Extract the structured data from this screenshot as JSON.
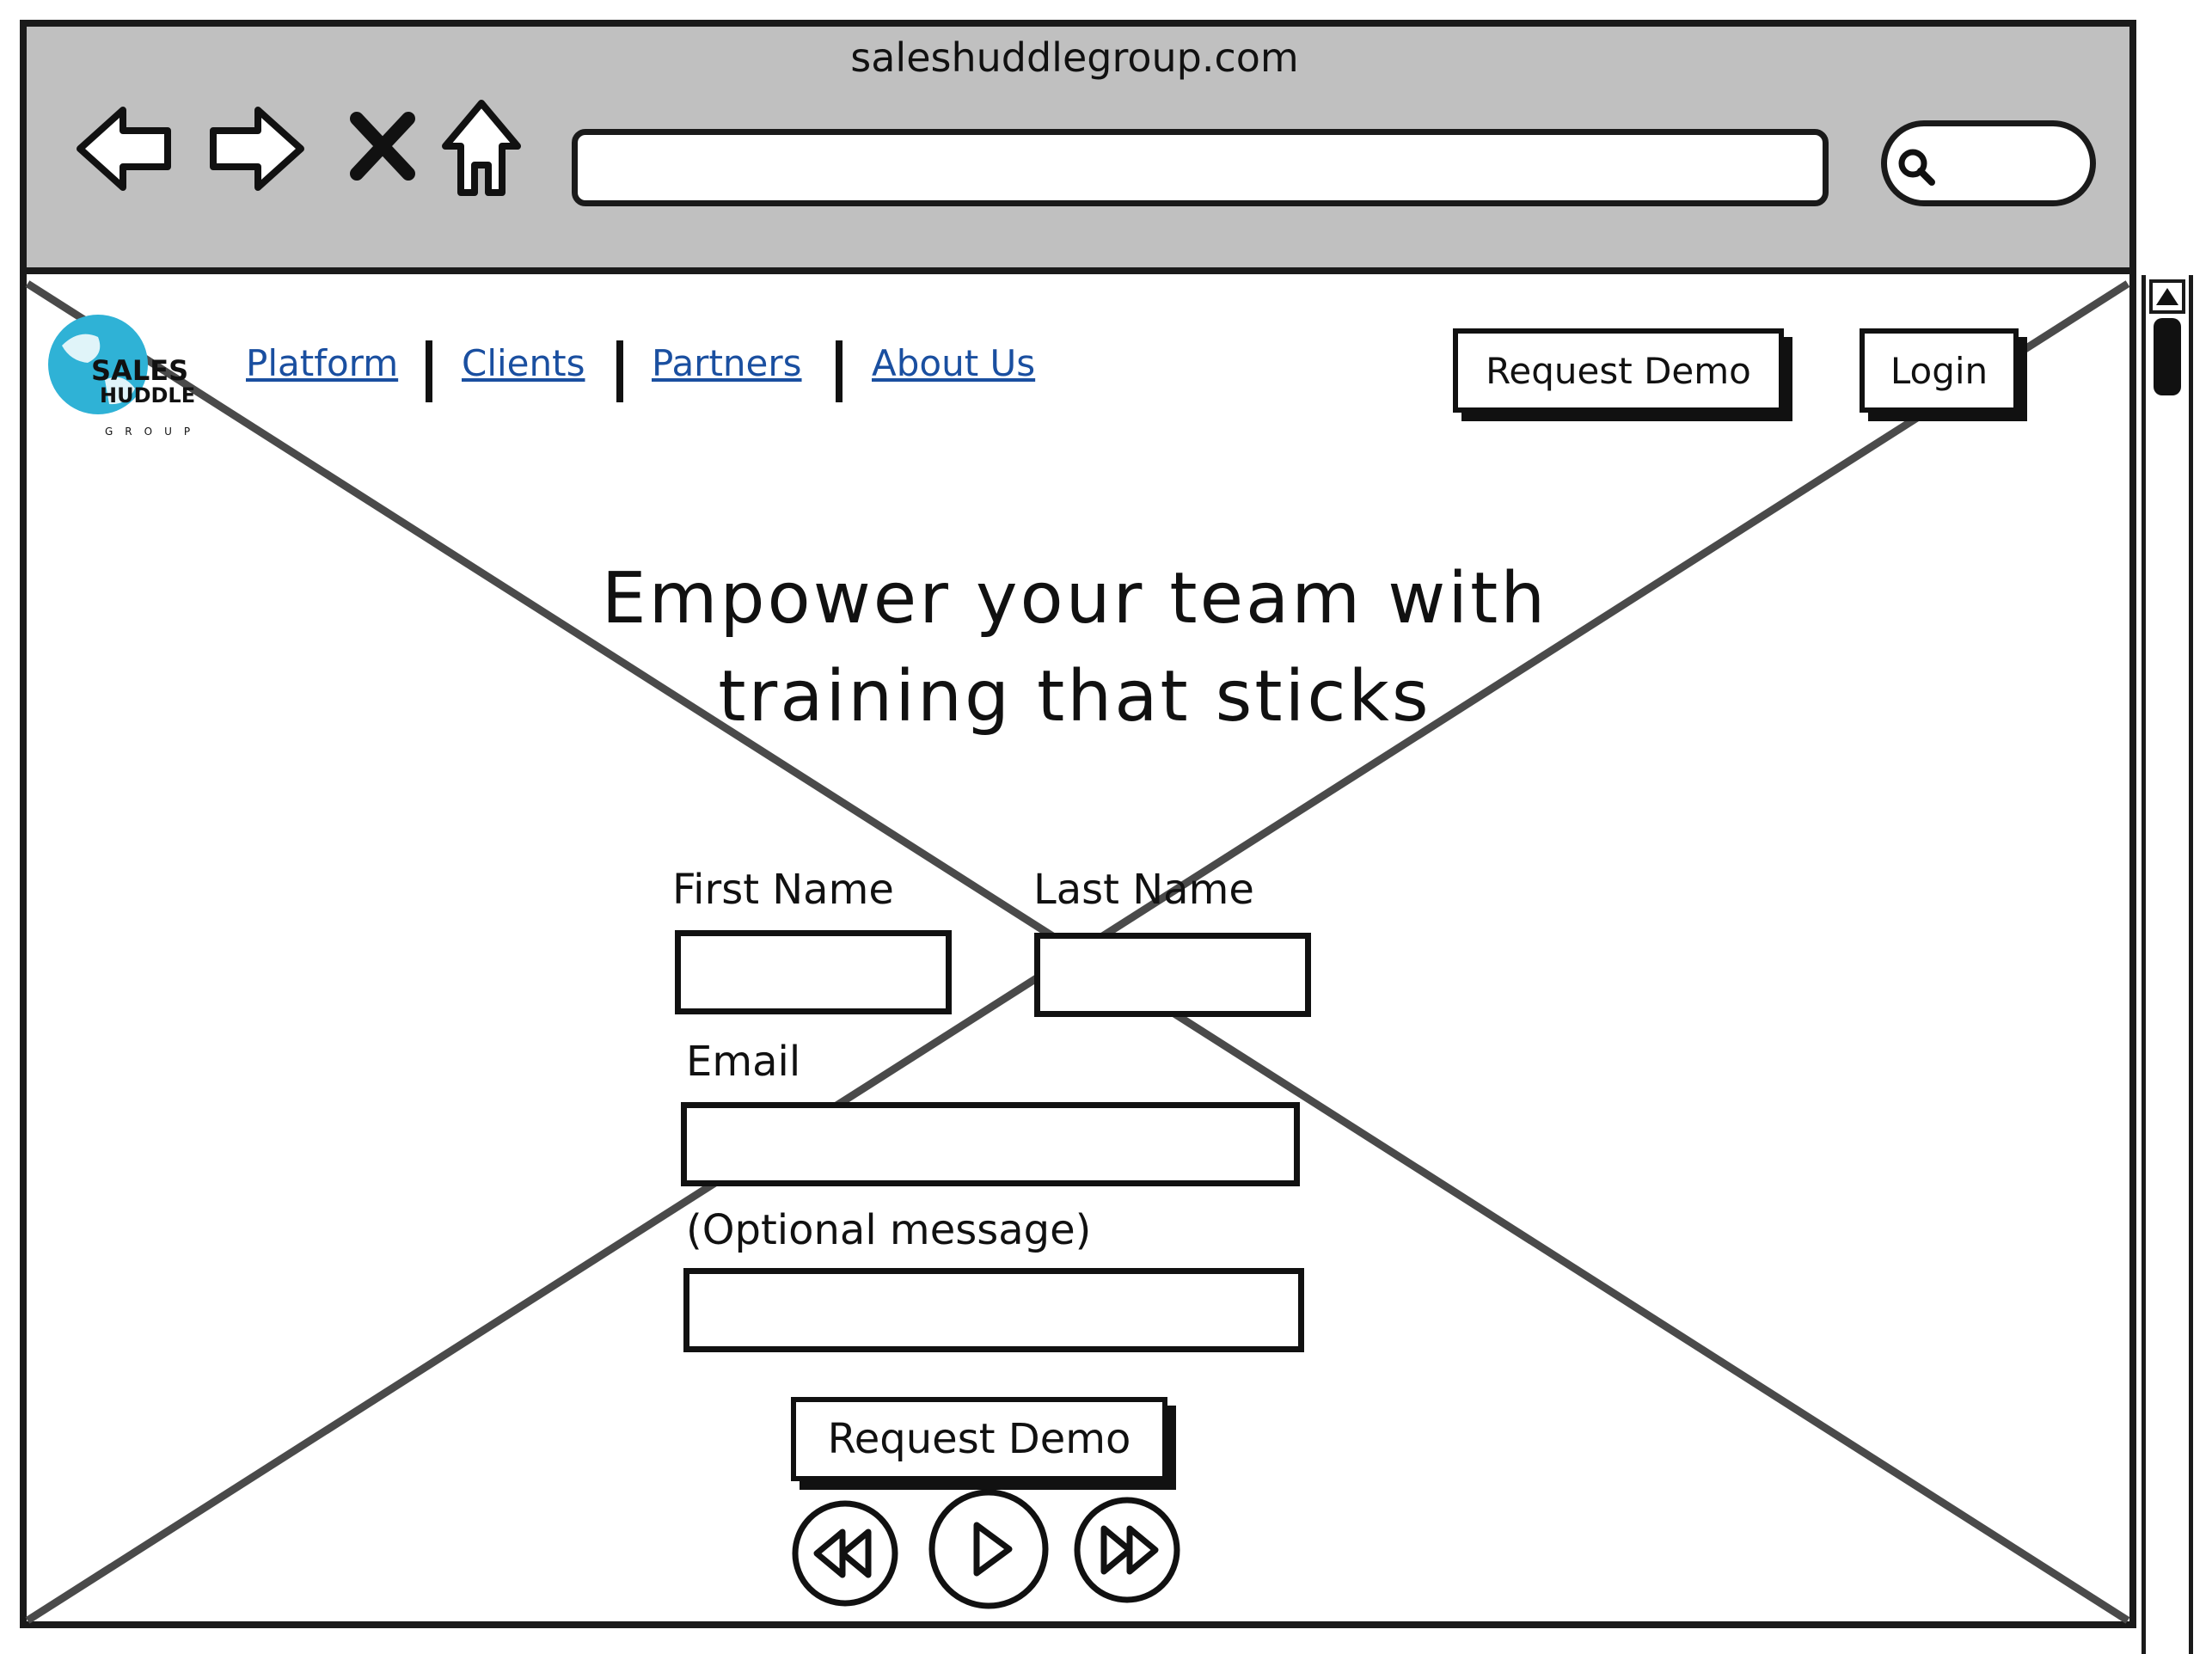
{
  "window": {
    "title": "saleshuddlegroup.com"
  },
  "browser": {
    "address_value": "",
    "search_value": ""
  },
  "logo": {
    "line1": "SALES",
    "line2": "HUDDLE",
    "line3": "GROUP"
  },
  "nav": {
    "links": [
      "Platform",
      "Clients",
      "Partners",
      "About Us"
    ],
    "request_demo_label": "Request Demo",
    "login_label": "Login"
  },
  "hero": {
    "heading_line1": "Empower your team with",
    "heading_line2": "training that sticks"
  },
  "form": {
    "first_name_label": "First Name",
    "last_name_label": "Last Name",
    "email_label": "Email",
    "message_label": "(Optional message)",
    "first_name_value": "",
    "last_name_value": "",
    "email_value": "",
    "message_value": "",
    "submit_label": "Request Demo"
  },
  "icons": {
    "back": "arrow-left-icon",
    "forward": "arrow-right-icon",
    "stop": "close-icon",
    "home": "home-icon",
    "search": "search-icon",
    "rewind": "rewind-icon",
    "play": "play-icon",
    "fast_forward": "fast-forward-icon"
  },
  "colors": {
    "chrome": "#c0c0c0",
    "link": "#1a4fa0",
    "logo_accent": "#2fb2d6"
  }
}
